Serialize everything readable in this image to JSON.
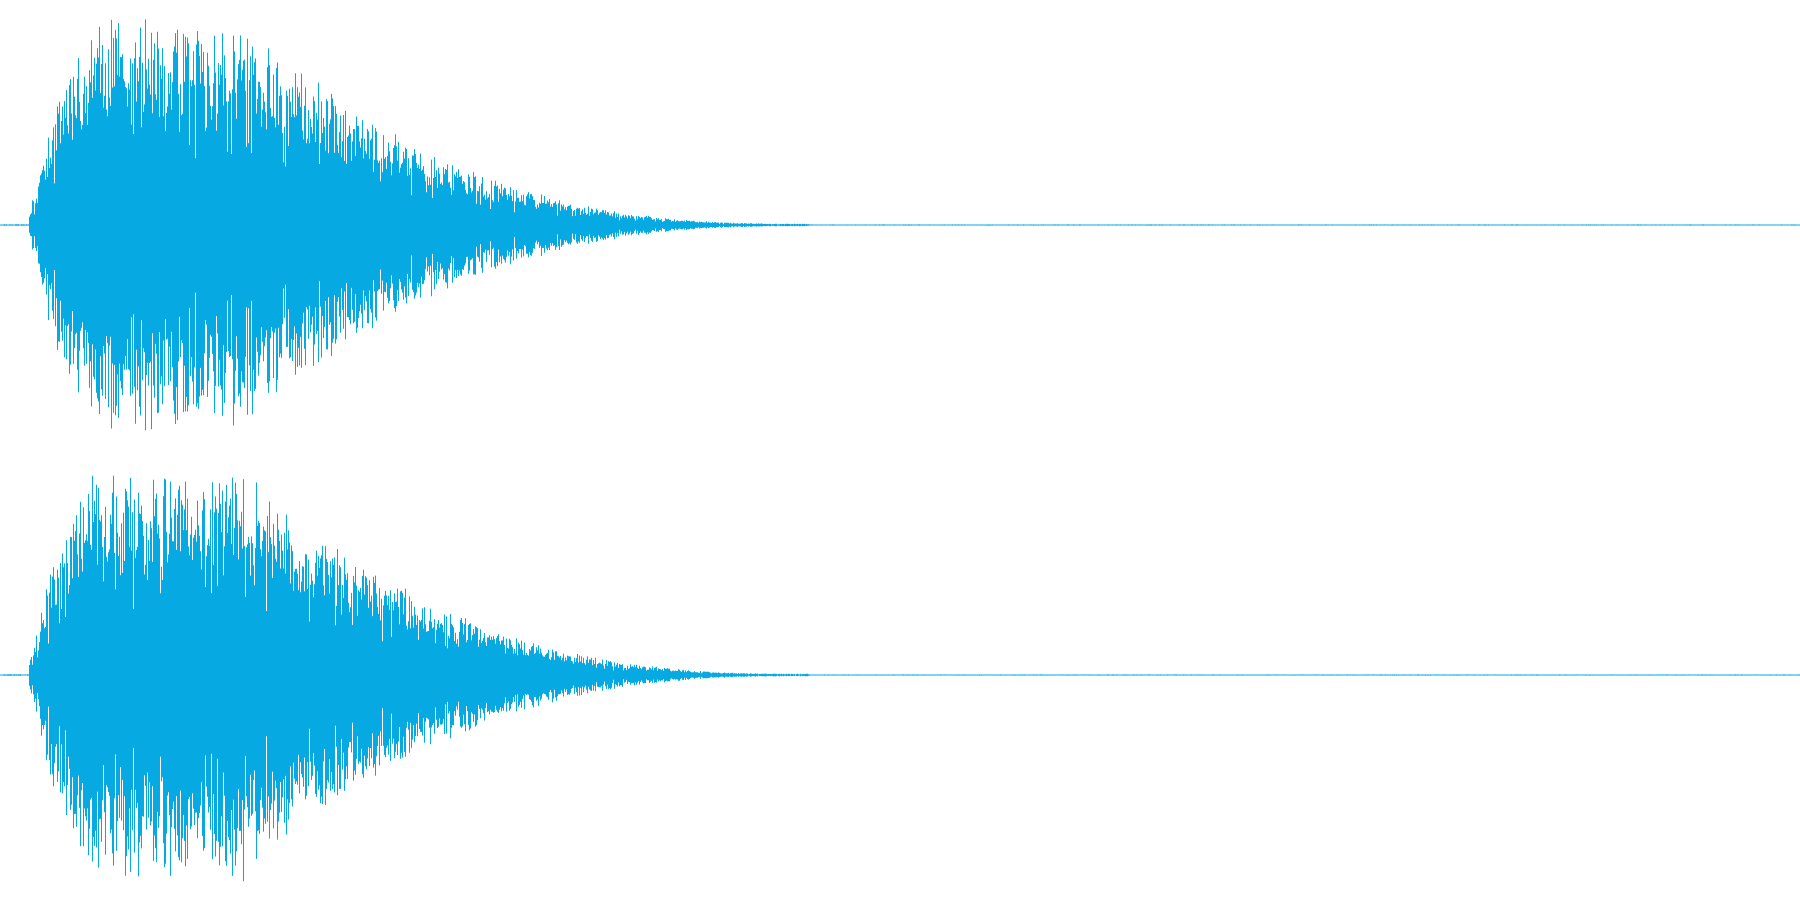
{
  "waveform": {
    "color": "#06a9e2",
    "background": "#ffffff",
    "channels": [
      {
        "id": "left",
        "onset": 0.016,
        "attack_peak": 0.03,
        "sustain_end": 0.135,
        "decay_end": 0.45,
        "peak_amplitude": 0.99,
        "seed": 7
      },
      {
        "id": "right",
        "onset": 0.016,
        "attack_peak": 0.03,
        "sustain_end": 0.135,
        "decay_end": 0.45,
        "peak_amplitude": 0.99,
        "seed": 13
      }
    ]
  }
}
